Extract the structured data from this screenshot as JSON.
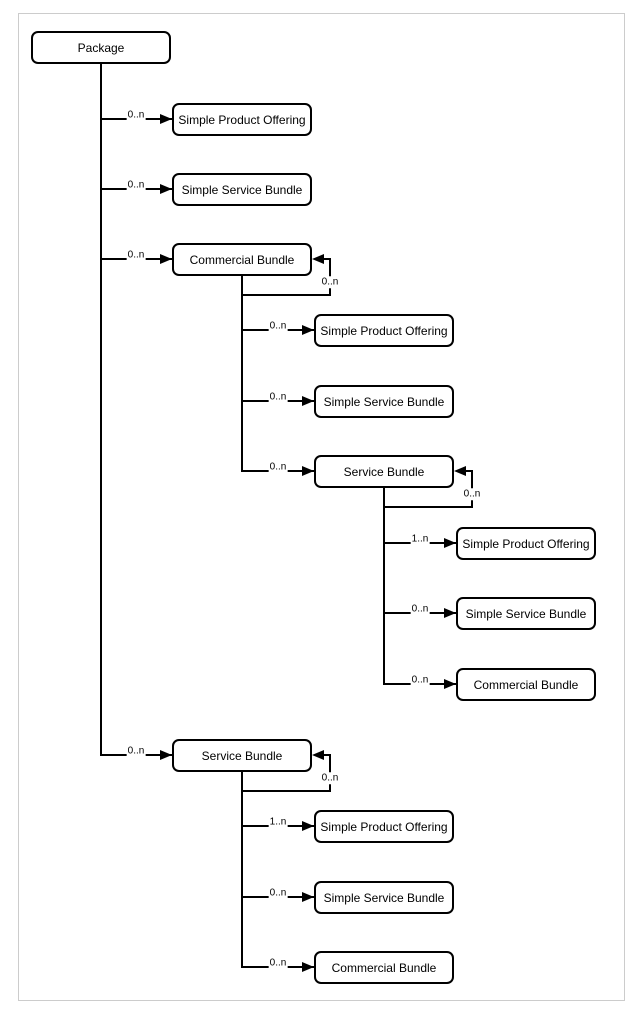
{
  "diagram": {
    "type": "tree-diagram",
    "colors": {
      "stroke": "#000000",
      "node_fill": "#ffffff",
      "background": "#ffffff",
      "frame_border": "#cccccc"
    },
    "nodes": [
      {
        "id": "package",
        "label": "Package"
      },
      {
        "id": "spo1",
        "label": "Simple Product Offering"
      },
      {
        "id": "ssb1",
        "label": "Simple Service Bundle"
      },
      {
        "id": "cb1",
        "label": "Commercial Bundle"
      },
      {
        "id": "spo2",
        "label": "Simple Product Offering"
      },
      {
        "id": "ssb2",
        "label": "Simple Service Bundle"
      },
      {
        "id": "sb1",
        "label": "Service Bundle"
      },
      {
        "id": "spo3",
        "label": "Simple Product Offering"
      },
      {
        "id": "ssb3",
        "label": "Simple Service Bundle"
      },
      {
        "id": "cb2",
        "label": "Commercial Bundle"
      },
      {
        "id": "sb2",
        "label": "Service Bundle"
      },
      {
        "id": "spo4",
        "label": "Simple Product Offering"
      },
      {
        "id": "ssb4",
        "label": "Simple Service Bundle"
      },
      {
        "id": "cb3",
        "label": "Commercial Bundle"
      }
    ],
    "edges": [
      {
        "from": "package",
        "to": "spo1",
        "label": "0..n",
        "type": "branch"
      },
      {
        "from": "package",
        "to": "ssb1",
        "label": "0..n",
        "type": "branch"
      },
      {
        "from": "package",
        "to": "cb1",
        "label": "0..n",
        "type": "branch"
      },
      {
        "from": "cb1",
        "to": "spo2",
        "label": "0..n",
        "type": "branch"
      },
      {
        "from": "cb1",
        "to": "ssb2",
        "label": "0..n",
        "type": "branch"
      },
      {
        "from": "cb1",
        "to": "sb1",
        "label": "0..n",
        "type": "branch"
      },
      {
        "from": "sb1",
        "to": "spo3",
        "label": "1..n",
        "type": "branch"
      },
      {
        "from": "sb1",
        "to": "ssb3",
        "label": "0..n",
        "type": "branch"
      },
      {
        "from": "sb1",
        "to": "cb2",
        "label": "0..n",
        "type": "branch"
      },
      {
        "from": "package",
        "to": "sb2",
        "label": "0..n",
        "type": "branch"
      },
      {
        "from": "sb2",
        "to": "spo4",
        "label": "1..n",
        "type": "branch"
      },
      {
        "from": "sb2",
        "to": "ssb4",
        "label": "0..n",
        "type": "branch"
      },
      {
        "from": "sb2",
        "to": "cb3",
        "label": "0..n",
        "type": "branch"
      },
      {
        "from": "cb1",
        "to": "cb1",
        "label": "0..n",
        "type": "self-loop"
      },
      {
        "from": "sb1",
        "to": "sb1",
        "label": "0..n",
        "type": "self-loop"
      },
      {
        "from": "sb2",
        "to": "sb2",
        "label": "0..n",
        "type": "self-loop"
      }
    ]
  }
}
